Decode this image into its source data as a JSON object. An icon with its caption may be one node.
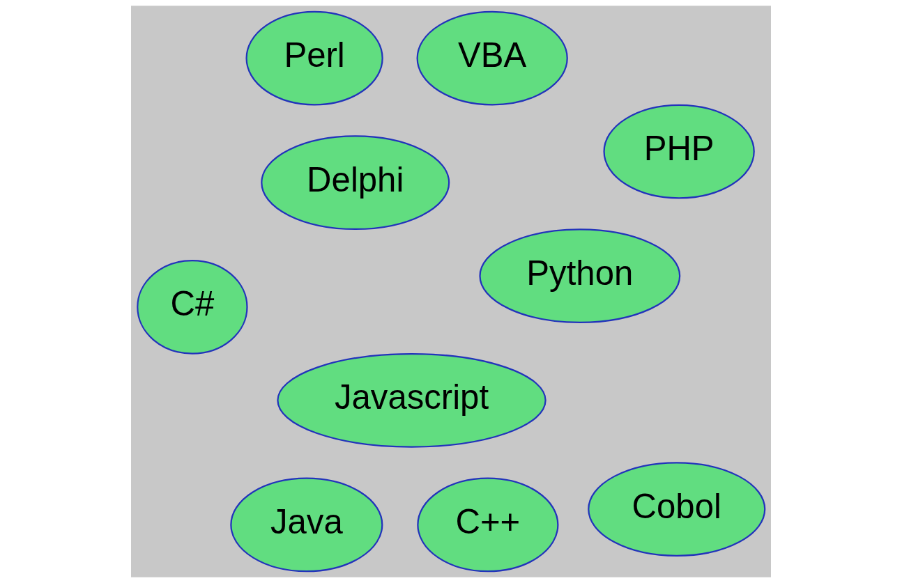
{
  "diagram": {
    "nodes": [
      {
        "text": [
          "Javascript"
        ]
      },
      {
        "text": [
          "C++"
        ]
      },
      {
        "text": [
          "PHP"
        ]
      },
      {
        "text": [
          "Delphi"
        ]
      },
      {
        "text": [
          "Java"
        ]
      },
      {
        "text": [
          "C#"
        ]
      },
      {
        "text": [
          "VBA"
        ]
      },
      {
        "text": [
          "Perl"
        ]
      },
      {
        "text": [
          "Cobol"
        ]
      },
      {
        "text": [
          "Python"
        ]
      }
    ],
    "edges": []
  }
}
